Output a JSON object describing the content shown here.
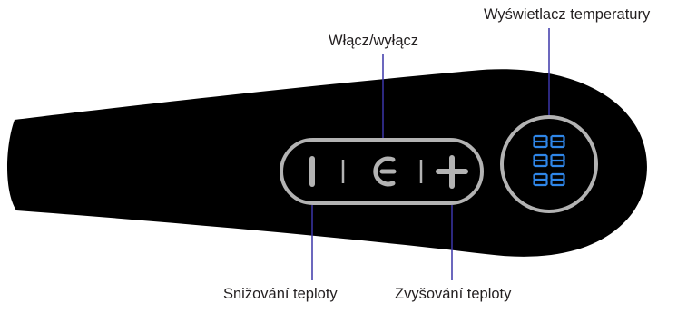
{
  "labels": {
    "power": "Włącz/wyłącz",
    "display": "Wyświetlacz temperatury",
    "decrease": "Snižování teploty",
    "increase": "Zvyšování teploty"
  },
  "colors": {
    "body": "#000000",
    "button_outline": "#b3b3b3",
    "leader_line": "#3b35a8",
    "digits": "#2f86e8",
    "label_text": "#231f20"
  },
  "icons": {
    "minus": "minus-icon",
    "power": "power-icon",
    "plus": "plus-icon",
    "display": "seven-segment-display"
  },
  "display": {
    "digit_rows": 3
  }
}
